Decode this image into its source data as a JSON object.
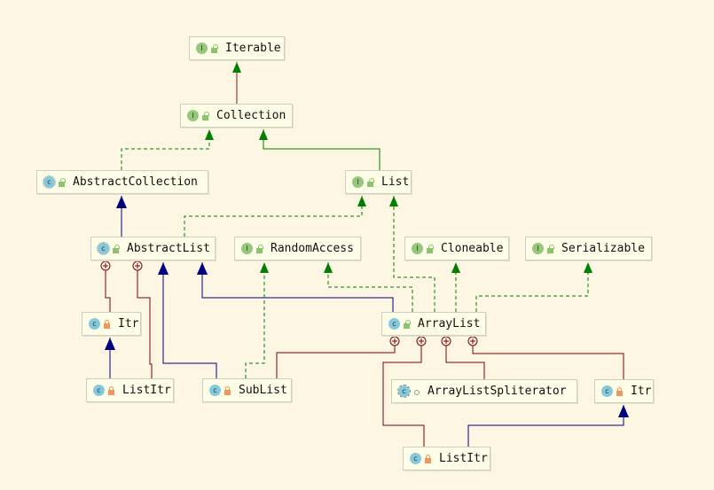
{
  "colors": {
    "background": "#fdf6e3",
    "extends": "#000080",
    "implements": "#008000",
    "inner": "#800000"
  },
  "nodes": {
    "iterable": {
      "label": "Iterable",
      "kind": "interface",
      "visibility": "public"
    },
    "collection": {
      "label": "Collection",
      "kind": "interface",
      "visibility": "public"
    },
    "abstract_collection": {
      "label": "AbstractCollection",
      "kind": "abstract-class",
      "visibility": "public"
    },
    "list": {
      "label": "List",
      "kind": "interface",
      "visibility": "public"
    },
    "abstract_list": {
      "label": "AbstractList",
      "kind": "abstract-class",
      "visibility": "public"
    },
    "random_access": {
      "label": "RandomAccess",
      "kind": "interface",
      "visibility": "public"
    },
    "cloneable": {
      "label": "Cloneable",
      "kind": "interface",
      "visibility": "public"
    },
    "serializable": {
      "label": "Serializable",
      "kind": "interface",
      "visibility": "public"
    },
    "itr_left": {
      "label": "Itr",
      "kind": "class",
      "visibility": "private"
    },
    "array_list": {
      "label": "ArrayList",
      "kind": "class",
      "visibility": "public"
    },
    "list_itr_left": {
      "label": "ListItr",
      "kind": "class",
      "visibility": "private"
    },
    "sub_list": {
      "label": "SubList",
      "kind": "class",
      "visibility": "private"
    },
    "array_list_spliterator": {
      "label": "ArrayListSpliterator",
      "kind": "final-class",
      "visibility": "package"
    },
    "itr_right": {
      "label": "Itr",
      "kind": "class",
      "visibility": "private"
    },
    "list_itr_bottom": {
      "label": "ListItr",
      "kind": "class",
      "visibility": "private"
    }
  },
  "icon_letters": {
    "class": "c",
    "interface": "I"
  }
}
